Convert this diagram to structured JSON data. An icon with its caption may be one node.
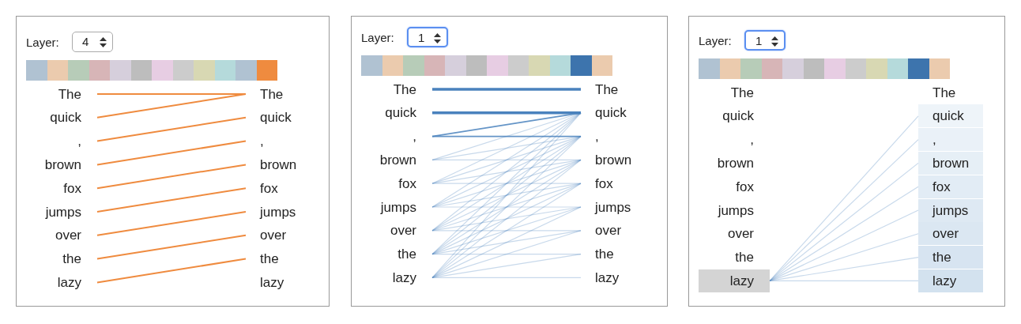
{
  "diagram": {
    "nodes": [
      {
        "text": [
          "Layer:",
          "4"
        ]
      },
      {
        "text": [
          "The"
        ],
        "in": 0
      },
      {
        "text": [
          "quick"
        ],
        "in": 0
      },
      {
        "text": [
          ","
        ],
        "in": 0
      },
      {
        "text": [
          "brown"
        ],
        "in": 0
      },
      {
        "text": [
          "fox"
        ],
        "in": 0
      },
      {
        "text": [
          "jumps"
        ],
        "in": 0
      },
      {
        "text": [
          "over"
        ],
        "in": 0
      },
      {
        "text": [
          "the"
        ],
        "in": 0
      },
      {
        "text": [
          "lazy"
        ],
        "in": 0
      },
      {
        "text": [
          "The"
        ],
        "in": 0
      },
      {
        "text": [
          "quick"
        ],
        "in": 0
      },
      {
        "text": [
          ","
        ],
        "in": 0
      },
      {
        "text": [
          "brown"
        ],
        "in": 0
      },
      {
        "text": [
          "fox"
        ],
        "in": 0
      },
      {
        "text": [
          "jumps"
        ],
        "in": 0
      },
      {
        "text": [
          "over"
        ],
        "in": 0
      },
      {
        "text": [
          "the"
        ],
        "in": 0
      },
      {
        "text": [
          "lazy"
        ],
        "in": 0
      },
      {
        "text": [
          "Layer:",
          "1"
        ]
      },
      {
        "text": [
          "The"
        ],
        "in": 19
      },
      {
        "text": [
          "quick"
        ],
        "in": 19
      },
      {
        "text": [
          ","
        ],
        "in": 19
      },
      {
        "text": [
          "brown"
        ],
        "in": 19
      },
      {
        "text": [
          "fox"
        ],
        "in": 19
      },
      {
        "text": [
          "jumps"
        ],
        "in": 19
      },
      {
        "text": [
          "over"
        ],
        "in": 19
      },
      {
        "text": [
          "the"
        ],
        "in": 19
      },
      {
        "text": [
          "lazy"
        ],
        "in": 19
      },
      {
        "text": [
          "The"
        ],
        "in": 19
      },
      {
        "text": [
          "quick"
        ],
        "in": 19
      },
      {
        "text": [
          ","
        ],
        "in": 19
      },
      {
        "text": [
          "brown"
        ],
        "in": 19
      },
      {
        "text": [
          "fox"
        ],
        "in": 19
      },
      {
        "text": [
          "jumps"
        ],
        "in": 19
      },
      {
        "text": [
          "over"
        ],
        "in": 19
      },
      {
        "text": [
          "the"
        ],
        "in": 19
      },
      {
        "text": [
          "lazy"
        ],
        "in": 19
      },
      {
        "text": [
          "Layer:",
          "1"
        ]
      },
      {
        "text": [
          "The"
        ],
        "in": 38
      },
      {
        "text": [
          "quick"
        ],
        "in": 38
      },
      {
        "text": [
          ","
        ],
        "in": 38
      },
      {
        "text": [
          "brown"
        ],
        "in": 38
      },
      {
        "text": [
          "fox"
        ],
        "in": 38
      },
      {
        "text": [
          "jumps"
        ],
        "in": 38
      },
      {
        "text": [
          "over"
        ],
        "in": 38
      },
      {
        "text": [
          "the"
        ],
        "in": 38
      },
      {
        "text": [
          "lazy"
        ],
        "in": 38
      },
      {
        "text": [
          "The"
        ],
        "in": 38
      },
      {
        "text": [
          "quick"
        ],
        "in": 38
      },
      {
        "text": [
          ","
        ],
        "in": 38
      },
      {
        "text": [
          "brown"
        ],
        "in": 38
      },
      {
        "text": [
          "fox"
        ],
        "in": 38
      },
      {
        "text": [
          "jumps"
        ],
        "in": 38
      },
      {
        "text": [
          "over"
        ],
        "in": 38
      },
      {
        "text": [
          "the"
        ],
        "in": 38
      },
      {
        "text": [
          "lazy"
        ],
        "in": 38
      }
    ],
    "edges": [
      {
        "from": 1,
        "to": 10,
        "arrow": "none",
        "color": "#ef8b3f"
      },
      {
        "from": 2,
        "to": 10,
        "arrow": "none",
        "color": "#ef8b3f"
      },
      {
        "from": 3,
        "to": 11,
        "arrow": "none",
        "color": "#ef8b3f"
      },
      {
        "from": 4,
        "to": 12,
        "arrow": "none",
        "color": "#ef8b3f"
      },
      {
        "from": 5,
        "to": 13,
        "arrow": "none",
        "color": "#ef8b3f"
      },
      {
        "from": 6,
        "to": 14,
        "arrow": "none",
        "color": "#ef8b3f"
      },
      {
        "from": 7,
        "to": 15,
        "arrow": "none",
        "color": "#ef8b3f"
      },
      {
        "from": 8,
        "to": 16,
        "arrow": "none",
        "color": "#ef8b3f"
      },
      {
        "from": 9,
        "to": 17,
        "arrow": "none",
        "color": "#ef8b3f"
      },
      {
        "from": 20,
        "to": 29,
        "arrow": "none",
        "style": "thick"
      },
      {
        "from": 21,
        "to": 30,
        "arrow": "none",
        "style": "thick"
      },
      {
        "from": 22,
        "to": 30,
        "arrow": "none"
      },
      {
        "from": 22,
        "to": 31,
        "arrow": "none"
      },
      {
        "from": 23,
        "to": 30,
        "arrow": "none"
      },
      {
        "from": 23,
        "to": 31,
        "arrow": "none"
      },
      {
        "from": 23,
        "to": 32,
        "arrow": "none"
      },
      {
        "from": 24,
        "to": 30,
        "arrow": "none"
      },
      {
        "from": 24,
        "to": 31,
        "arrow": "none"
      },
      {
        "from": 24,
        "to": 32,
        "arrow": "none"
      },
      {
        "from": 24,
        "to": 33,
        "arrow": "none"
      },
      {
        "from": 25,
        "to": 30,
        "arrow": "none"
      },
      {
        "from": 25,
        "to": 31,
        "arrow": "none"
      },
      {
        "from": 25,
        "to": 32,
        "arrow": "none"
      },
      {
        "from": 25,
        "to": 33,
        "arrow": "none"
      },
      {
        "from": 25,
        "to": 34,
        "arrow": "none"
      },
      {
        "from": 26,
        "to": 30,
        "arrow": "none"
      },
      {
        "from": 26,
        "to": 31,
        "arrow": "none"
      },
      {
        "from": 26,
        "to": 32,
        "arrow": "none"
      },
      {
        "from": 26,
        "to": 33,
        "arrow": "none"
      },
      {
        "from": 26,
        "to": 34,
        "arrow": "none"
      },
      {
        "from": 26,
        "to": 35,
        "arrow": "none"
      },
      {
        "from": 27,
        "to": 30,
        "arrow": "none"
      },
      {
        "from": 27,
        "to": 31,
        "arrow": "none"
      },
      {
        "from": 27,
        "to": 32,
        "arrow": "none"
      },
      {
        "from": 27,
        "to": 33,
        "arrow": "none"
      },
      {
        "from": 27,
        "to": 34,
        "arrow": "none"
      },
      {
        "from": 27,
        "to": 35,
        "arrow": "none"
      },
      {
        "from": 27,
        "to": 36,
        "arrow": "none"
      },
      {
        "from": 28,
        "to": 30,
        "arrow": "none"
      },
      {
        "from": 28,
        "to": 31,
        "arrow": "none"
      },
      {
        "from": 28,
        "to": 32,
        "arrow": "none"
      },
      {
        "from": 28,
        "to": 33,
        "arrow": "none"
      },
      {
        "from": 28,
        "to": 34,
        "arrow": "none"
      },
      {
        "from": 28,
        "to": 35,
        "arrow": "none"
      },
      {
        "from": 28,
        "to": 36,
        "arrow": "none"
      },
      {
        "from": 28,
        "to": 37,
        "arrow": "none"
      },
      {
        "from": 47,
        "to": 49,
        "arrow": "none"
      },
      {
        "from": 47,
        "to": 50,
        "arrow": "none"
      },
      {
        "from": 47,
        "to": 51,
        "arrow": "none"
      },
      {
        "from": 47,
        "to": 52,
        "arrow": "none"
      },
      {
        "from": 47,
        "to": 53,
        "arrow": "none"
      },
      {
        "from": 47,
        "to": 54,
        "arrow": "none"
      },
      {
        "from": 47,
        "to": 55,
        "arrow": "none"
      },
      {
        "from": 47,
        "to": 56,
        "arrow": "none"
      }
    ]
  }
}
